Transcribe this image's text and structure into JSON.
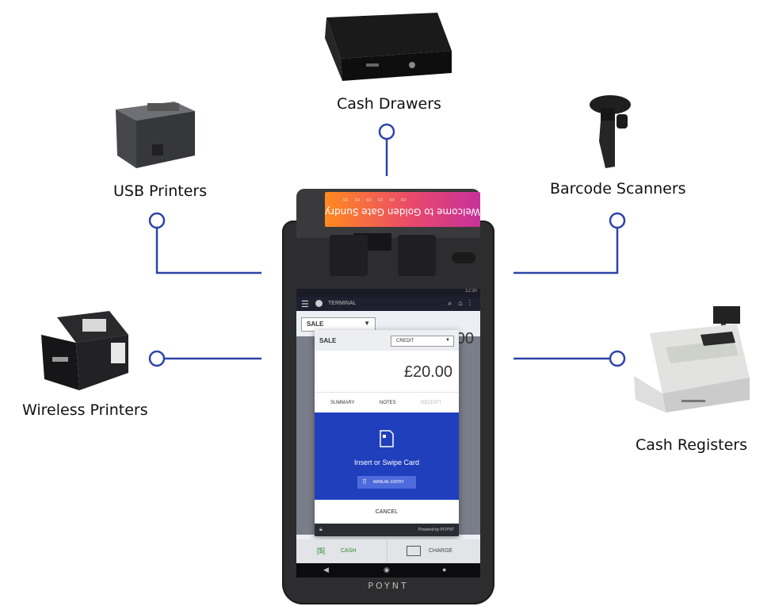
{
  "labels": {
    "cash_drawers": "Cash Drawers",
    "usb_printers": "USB Printers",
    "barcode_scanners": "Barcode Scanners",
    "wireless_printers": "Wireless Printers",
    "cash_registers": "Cash Registers"
  },
  "colors": {
    "connector": "#2c44a6",
    "accent_blue": "#1f3fbd"
  },
  "device": {
    "brand": "POYNT",
    "customer_display": {
      "text": "Welcome to Golden Gate Sundry"
    },
    "app": {
      "title": "TERMINAL",
      "time": "12:30",
      "background_select": "SALE",
      "background_amount": "00",
      "modal": {
        "header": "SALE",
        "payment_type": "CREDIT",
        "amount": "£20.00",
        "tabs": [
          "SUMMARY",
          "NOTES",
          "RECEIPT"
        ],
        "prompt": "Insert or Swipe Card",
        "manual_entry": "MANUAL ENTRY",
        "cancel": "CANCEL",
        "powered_by": "Powered by  POYNT"
      },
      "buttons": {
        "cash": "CASH",
        "charge": "CHARGE"
      }
    }
  },
  "icons": [
    "cash-drawer-icon",
    "usb-printer-icon",
    "barcode-scanner-icon",
    "wireless-printer-icon",
    "cash-register-icon",
    "card-icon",
    "menu-icon",
    "search-icon",
    "home-icon",
    "more-icon",
    "back-icon",
    "home-nav-icon",
    "user-icon",
    "lock-icon",
    "cash-icon",
    "charge-icon"
  ]
}
